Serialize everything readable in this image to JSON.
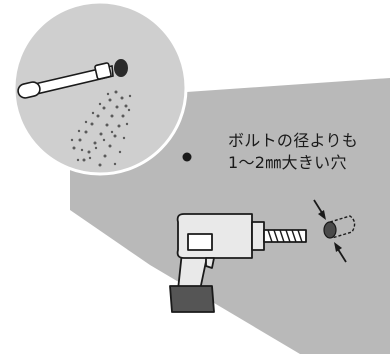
{
  "annotation": {
    "line1": "ボルトの径よりも",
    "line2": "1〜2㎜大きい穴"
  },
  "colors": {
    "wall": "#b9b9b9",
    "circle_bg": "#cfcfcf",
    "outline": "#1a1a1a",
    "drill_body": "#e9e9e9",
    "drill_grip": "#555555"
  },
  "icons": [
    "magnifier-inset",
    "spray-dust",
    "blower-nozzle",
    "drill",
    "drill-bit",
    "hole-marker",
    "dimension-arrows"
  ]
}
